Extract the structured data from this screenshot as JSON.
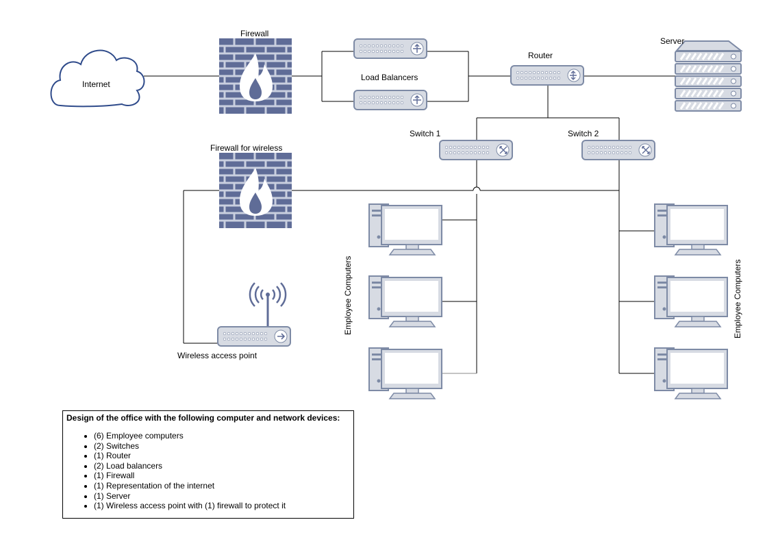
{
  "labels": {
    "internet": "Internet",
    "firewall": "Firewall",
    "load_balancers": "Load Balancers",
    "router": "Router",
    "server": "Server",
    "switch1": "Switch 1",
    "switch2": "Switch 2",
    "firewall_wireless": "Firewall for wireless",
    "wireless_ap": "Wireless access point",
    "employee_computers_left": "Employee Computers",
    "employee_computers_right": "Employee Computers"
  },
  "legend": {
    "title": "Design of the office with the following computer and network devices:",
    "items": [
      "(6) Employee computers",
      "(2) Switches",
      "(1) Router",
      "(2) Load balancers",
      "(1) Firewall",
      "(1) Representation of the internet",
      "(1) Server",
      "(1) Wireless access point with (1) firewall to protect it"
    ]
  },
  "colors": {
    "device_fill": "#d7dbe3",
    "device_stroke": "#7d8aa5",
    "brick_fill": "#5f6c97",
    "cloud_stroke": "#2e4a8a",
    "line": "#000000"
  },
  "icons": [
    "cloud-icon",
    "firewall-icon",
    "load-balancer-icon",
    "router-icon",
    "server-icon",
    "switch-icon",
    "computer-icon",
    "wireless-ap-icon"
  ]
}
